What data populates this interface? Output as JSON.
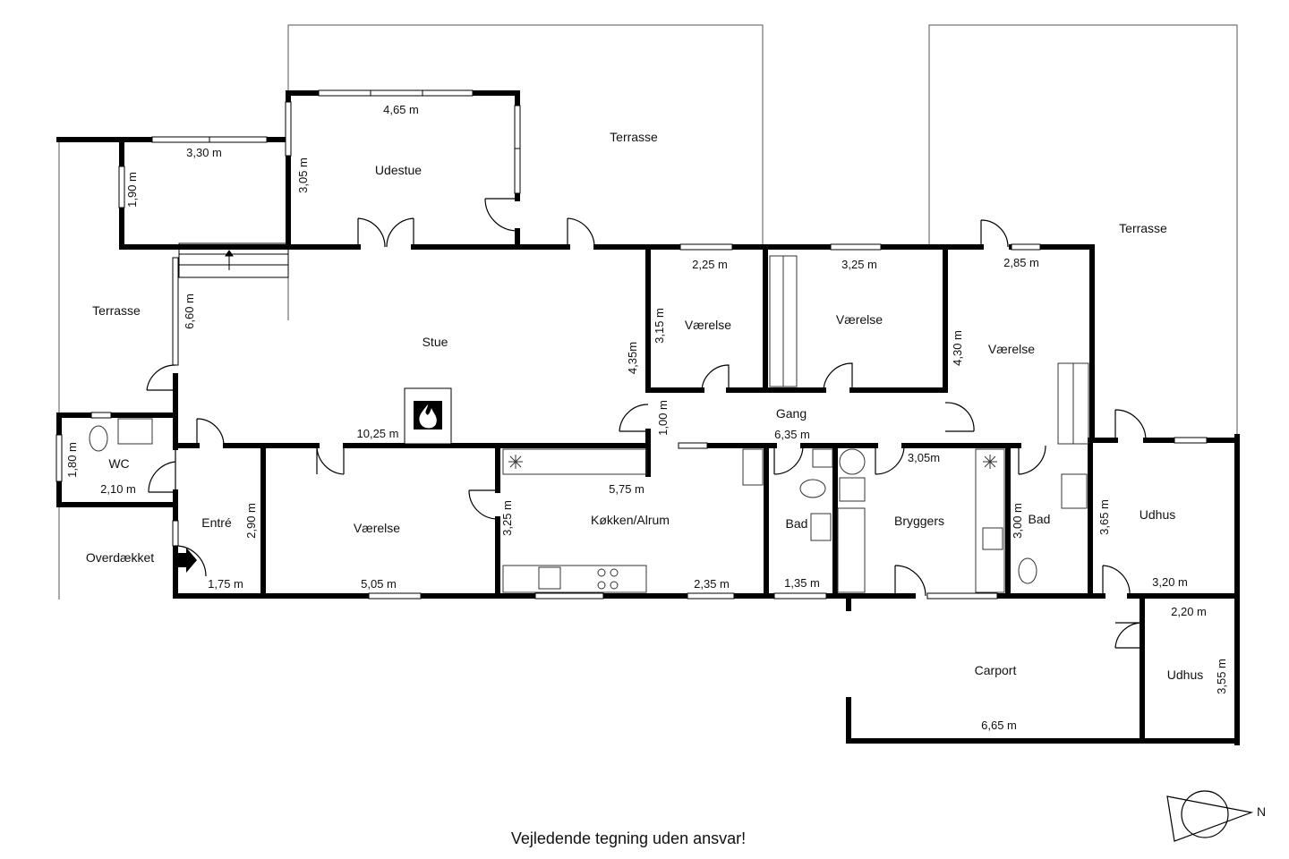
{
  "rooms": {
    "udestue": "Udestue",
    "terrasse_top": "Terrasse",
    "terrasse_right": "Terrasse",
    "terrasse_left": "Terrasse",
    "stue": "Stue",
    "vaerelse_1": "Værelse",
    "vaerelse_2": "Værelse",
    "vaerelse_3": "Værelse",
    "gang": "Gang",
    "wc": "WC",
    "entre": "Entré",
    "overdaekket": "Overdækket",
    "vaerelse_4": "Værelse",
    "koekken": "Køkken/Alrum",
    "bad_1": "Bad",
    "bryggers": "Bryggers",
    "bad_2": "Bad",
    "udhus_1": "Udhus",
    "carport": "Carport",
    "udhus_2": "Udhus"
  },
  "dimensions": {
    "udestue_w": "4,65 m",
    "udestue_h": "3,05 m",
    "annex_w": "3,30 m",
    "annex_h": "1,90 m",
    "terrasse_h": "6,60 m",
    "v1_w": "2,25 m",
    "v1_h": "3,15 m",
    "stue_h": "4,35m",
    "v2_w": "3,25 m",
    "v3_w": "2,85 m",
    "v3_h": "4,30 m",
    "stue_w": "10,25 m",
    "gang_h": "1,00 m",
    "gang_w": "6,35 m",
    "wc_h": "1,80 m",
    "wc_w": "2,10 m",
    "entre_h": "2,90 m",
    "entre_w": "1,75 m",
    "v4_w": "5,05 m",
    "koekken_w": "5,75 m",
    "koekken_h": "3,25 m",
    "koekken_w2": "2,35 m",
    "bad1_w": "1,35 m",
    "bryggers_w": "3,05m",
    "bad2_h": "3,00 m",
    "udhus1_h": "3,65 m",
    "udhus1_w": "3,20 m",
    "udhus2_w": "2,20 m",
    "udhus2_h": "3,55 m",
    "carport_w": "6,65 m"
  },
  "disclaimer": "Vejledende tegning uden ansvar!",
  "compass": {
    "label": "N",
    "icon": "compass-icon"
  },
  "icons": {
    "fireplace": "fireplace-icon",
    "freezer": "snowflake-icon",
    "entrance_arrow": "arrow-right-icon"
  },
  "colors": {
    "wall": "#000000",
    "thin_line": "#333333",
    "background": "#ffffff"
  }
}
